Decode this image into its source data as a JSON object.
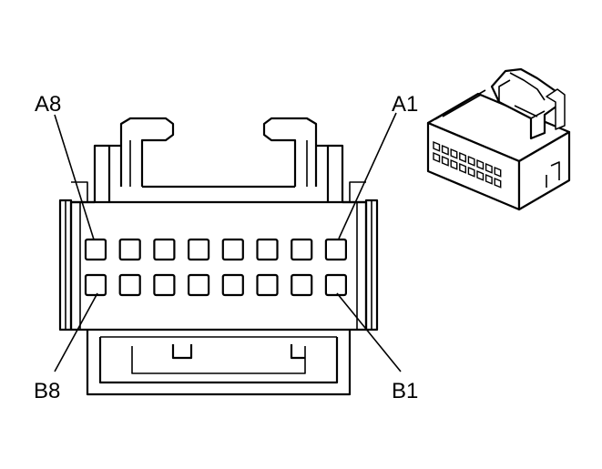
{
  "labels": {
    "a8": "A8",
    "a1": "A1",
    "b8": "B8",
    "b1": "B1"
  },
  "connector": {
    "rows": 2,
    "pins_per_row": 8
  },
  "colors": {
    "line": "#000000",
    "background": "#ffffff"
  }
}
